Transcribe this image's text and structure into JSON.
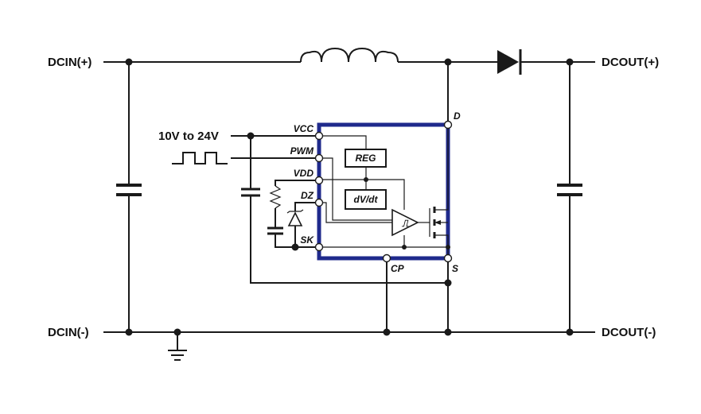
{
  "terminals": {
    "dcin_pos": "DCIN(+)",
    "dcin_neg": "DCIN(-)",
    "dcout_pos": "DCOUT(+)",
    "dcout_neg": "DCOUT(-)"
  },
  "supply_label": "10V to 24V",
  "ic": {
    "border_color": "#1f2a8c",
    "pins": {
      "vcc": "VCC",
      "pwm": "PWM",
      "vdd": "VDD",
      "dz": "DZ",
      "sk": "SK",
      "d": "D",
      "cp": "CP",
      "s": "S"
    },
    "blocks": {
      "reg": "REG",
      "dvdt": "dV/dt"
    }
  }
}
